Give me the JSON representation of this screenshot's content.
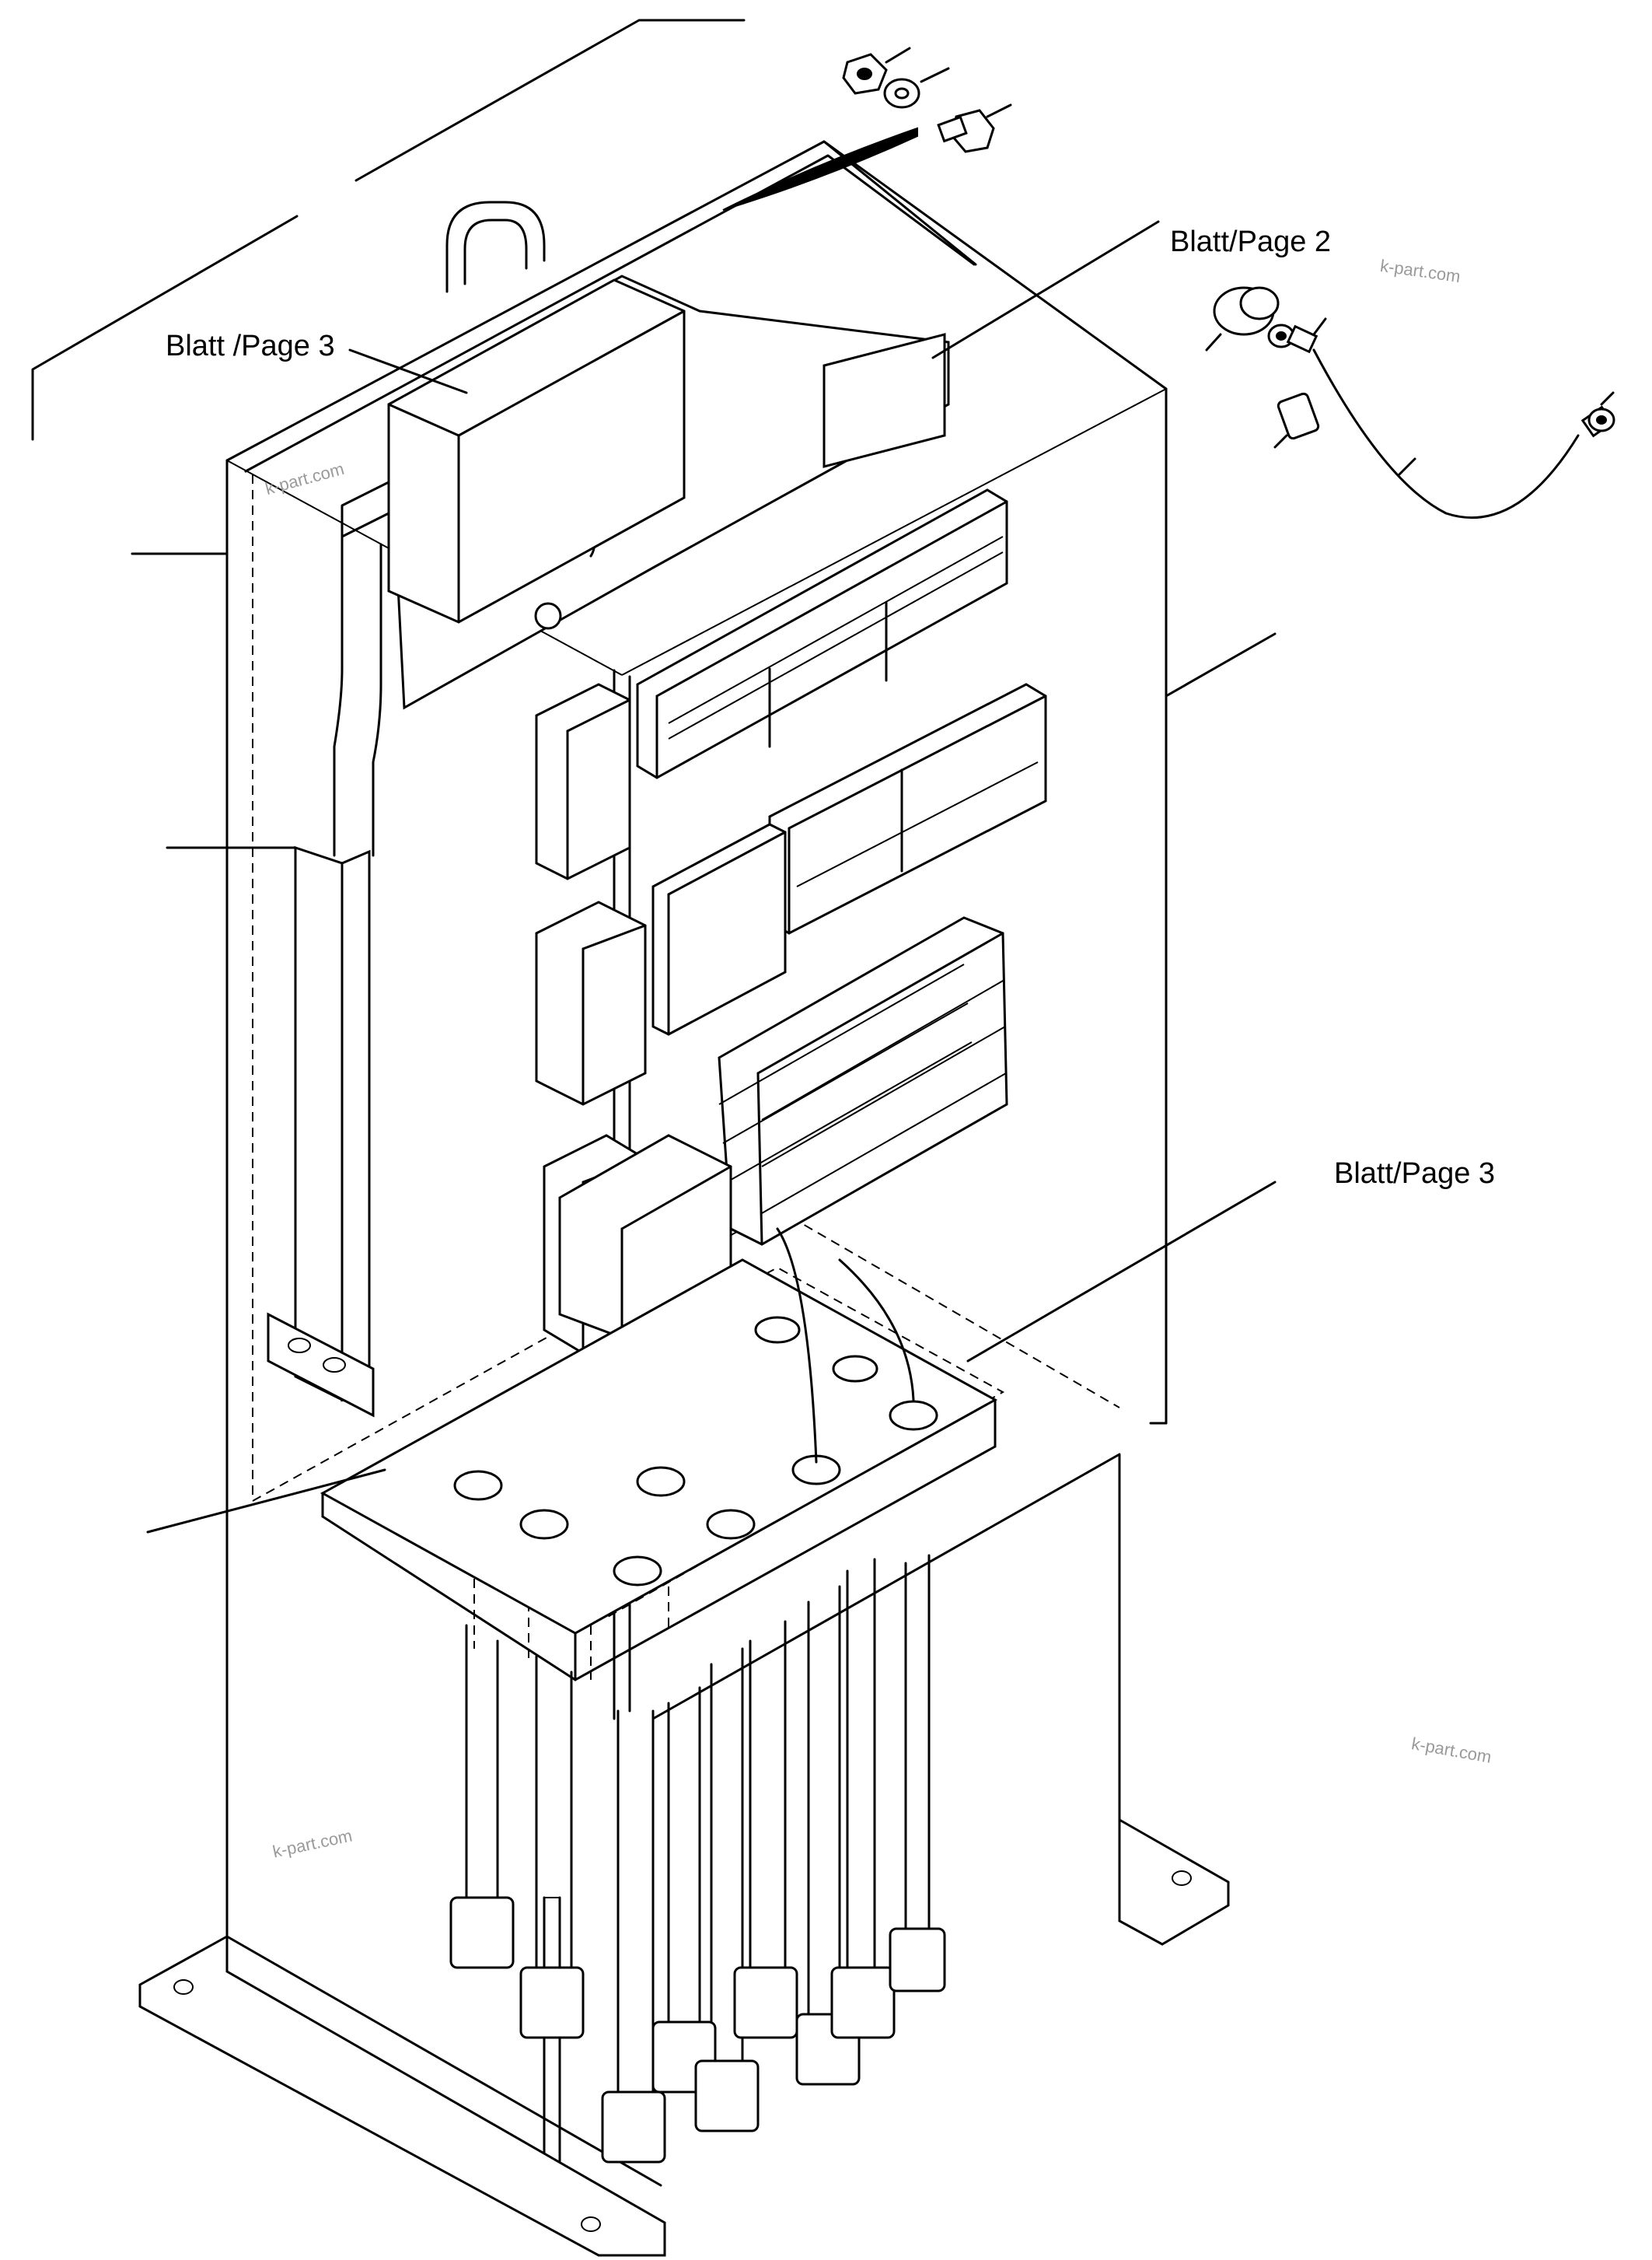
{
  "callouts": {
    "page2_top": "Blatt/Page 2",
    "page3_left": "Blatt /Page 3",
    "page3_right": "Blatt/Page 3"
  },
  "watermarks": {
    "wm1": "k-part.com",
    "wm2": "k-part.com",
    "wm3": "k-part.com",
    "wm4": "k-part.com"
  },
  "colors": {
    "line": "#000000",
    "background": "#ffffff",
    "watermark": "#9a9a9a"
  }
}
